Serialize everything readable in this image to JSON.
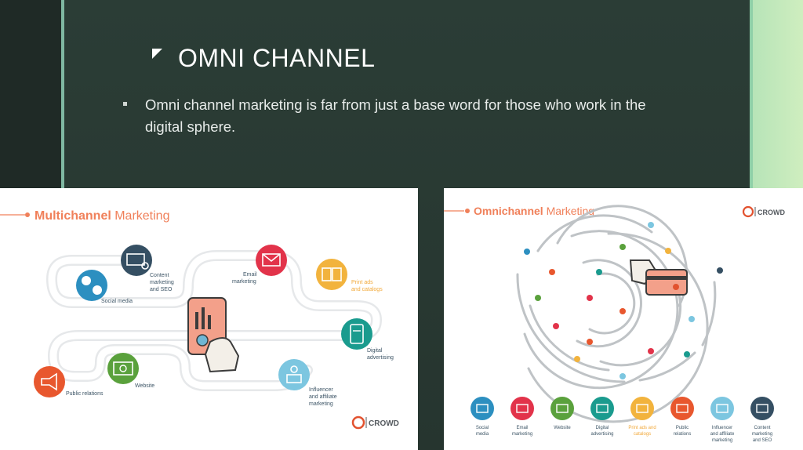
{
  "slide": {
    "title": "OMNI CHANNEL",
    "bullet": "Omni channel marketing is far from just a base word for those who work in the digital sphere."
  },
  "multichannel": {
    "heading_bold": "Multichannel",
    "heading_rest": " Marketing",
    "labels": {
      "content": [
        "Content",
        "marketing",
        "and SEO"
      ],
      "email": [
        "Email",
        "marketing"
      ],
      "print": [
        "Print ads",
        "and catalogs"
      ],
      "social": [
        "Social media"
      ],
      "digital": [
        "Digital",
        "advertising"
      ],
      "website": [
        "Website"
      ],
      "public": [
        "Public relations"
      ],
      "influencer": [
        "Influencer",
        "and affiliate",
        "marketing"
      ]
    },
    "brand": "CROWD"
  },
  "omnichannel": {
    "heading_bold": "Omnichannel",
    "heading_rest": " Marketing",
    "brand": "CROWD",
    "legend": [
      {
        "lines": [
          "Social",
          "media"
        ],
        "color": "#2c8fc0",
        "icon": "social-icon"
      },
      {
        "lines": [
          "Email",
          "marketing"
        ],
        "color": "#e2334a",
        "icon": "email-icon"
      },
      {
        "lines": [
          "Website"
        ],
        "color": "#5aa13c",
        "icon": "website-icon"
      },
      {
        "lines": [
          "Digital",
          "advertising"
        ],
        "color": "#1a9b8e",
        "icon": "digital-ad-icon"
      },
      {
        "lines": [
          "Print ads and",
          "catalogs"
        ],
        "color": "#f2b33d",
        "icon": "print-icon"
      },
      {
        "lines": [
          "Public",
          "relations"
        ],
        "color": "#e8572e",
        "icon": "megaphone-icon"
      },
      {
        "lines": [
          "Influencer",
          "and affiliate",
          "marketing"
        ],
        "color": "#7cc6e0",
        "icon": "influencer-icon"
      },
      {
        "lines": [
          "Content",
          "marketing",
          "and SEO"
        ],
        "color": "#354f63",
        "icon": "content-icon"
      }
    ]
  },
  "colors": {
    "accent_orange": "#f0805a",
    "slide_bg": "#283a33",
    "strip_green": "#7fb8a2"
  }
}
